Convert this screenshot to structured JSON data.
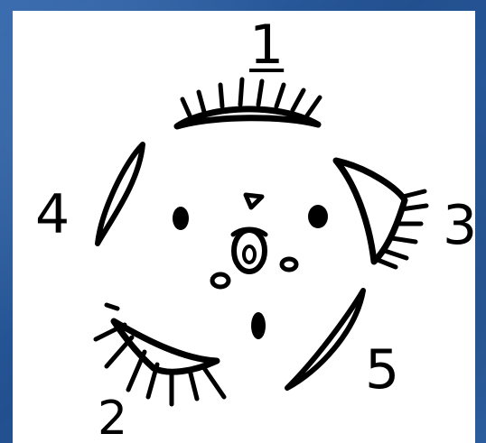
{
  "labels": {
    "one": "1",
    "two": "2",
    "three": "3",
    "four": "4",
    "five": "5"
  },
  "colors": {
    "background_blue": "#2a5a9c",
    "paper": "#ffffff",
    "ink": "#000000"
  }
}
